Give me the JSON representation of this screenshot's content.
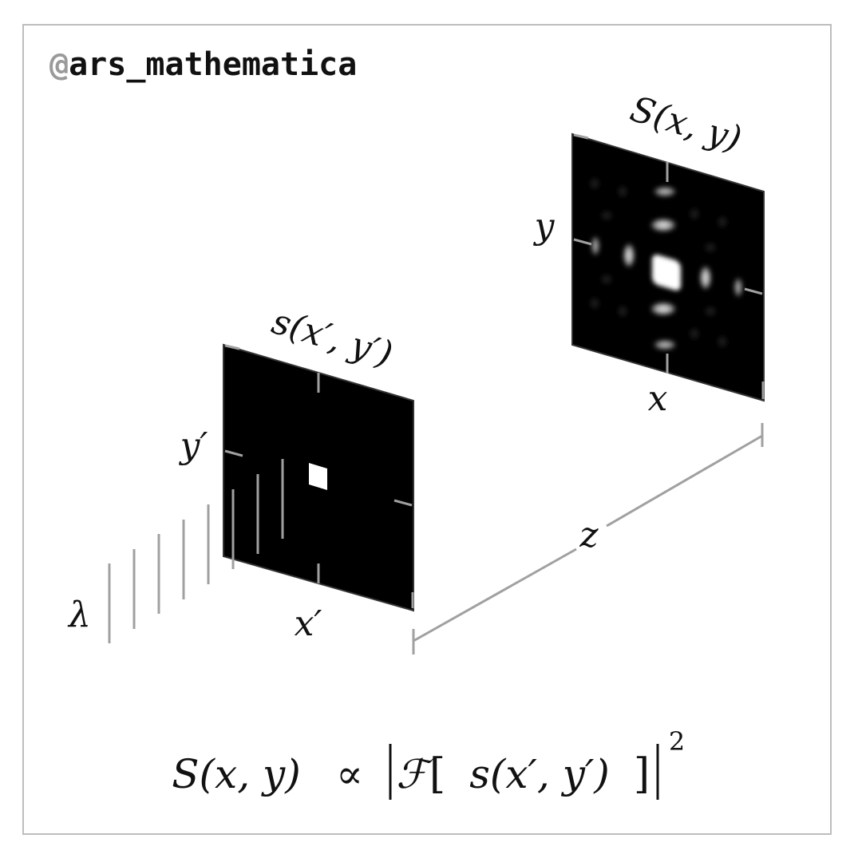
{
  "header": {
    "handle_at": "@",
    "handle_name": "ars_mathematica"
  },
  "source_plane": {
    "title": "s(x′, y′)",
    "x_label": "x′",
    "y_label": "y′"
  },
  "target_plane": {
    "title": "S(x, y)",
    "x_label": "x",
    "y_label": "y"
  },
  "wavelength_label": "λ",
  "distance_label": "z",
  "formula": {
    "lhs": "S(x, y)",
    "relation": "∝",
    "operator": "ℱ",
    "argument": "s(x′, y′)",
    "exponent": "2"
  },
  "colors": {
    "plane": "#000000",
    "guide": "#a0a0a0",
    "text": "#111111",
    "frame": "#bdbdbd"
  }
}
